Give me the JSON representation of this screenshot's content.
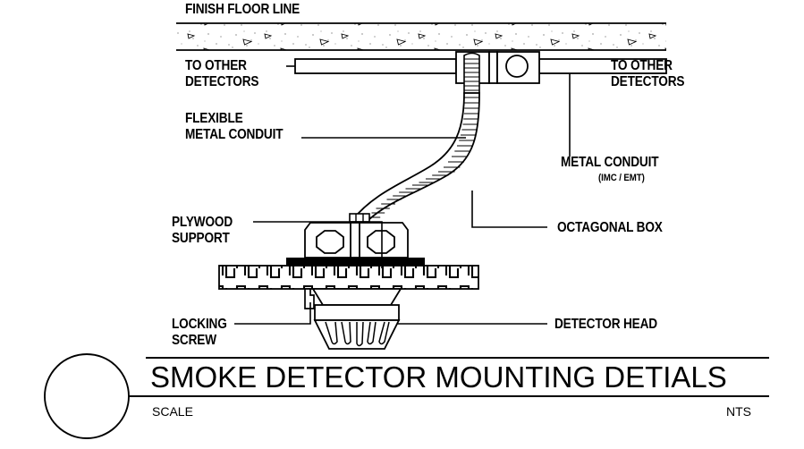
{
  "drawing": {
    "type": "cad-detail-drawing",
    "discipline": "fire-alarm / electrical",
    "background_color": "#ffffff",
    "line_color": "#000000"
  },
  "labels": {
    "finish_floor_line": "FINISH FLOOR LINE",
    "to_other_detectors_left": "TO OTHER\nDETECTORS",
    "to_other_detectors_right": "TO OTHER\nDETECTORS",
    "flexible_metal_conduit": "FLEXIBLE\nMETAL CONDUIT",
    "metal_conduit": "METAL CONDUIT",
    "metal_conduit_sub": "(IMC / EMT)",
    "plywood_support": "PLYWOOD\nSUPPORT",
    "octagonal_box": "OCTAGONAL BOX",
    "locking_screw": "LOCKING\nSCREW",
    "detector_head": "DETECTOR HEAD"
  },
  "title_block": {
    "title": "SMOKE DETECTOR MOUNTING DETIALS",
    "scale_label": "SCALE",
    "scale_value": "NTS",
    "detail_bubble": ""
  }
}
